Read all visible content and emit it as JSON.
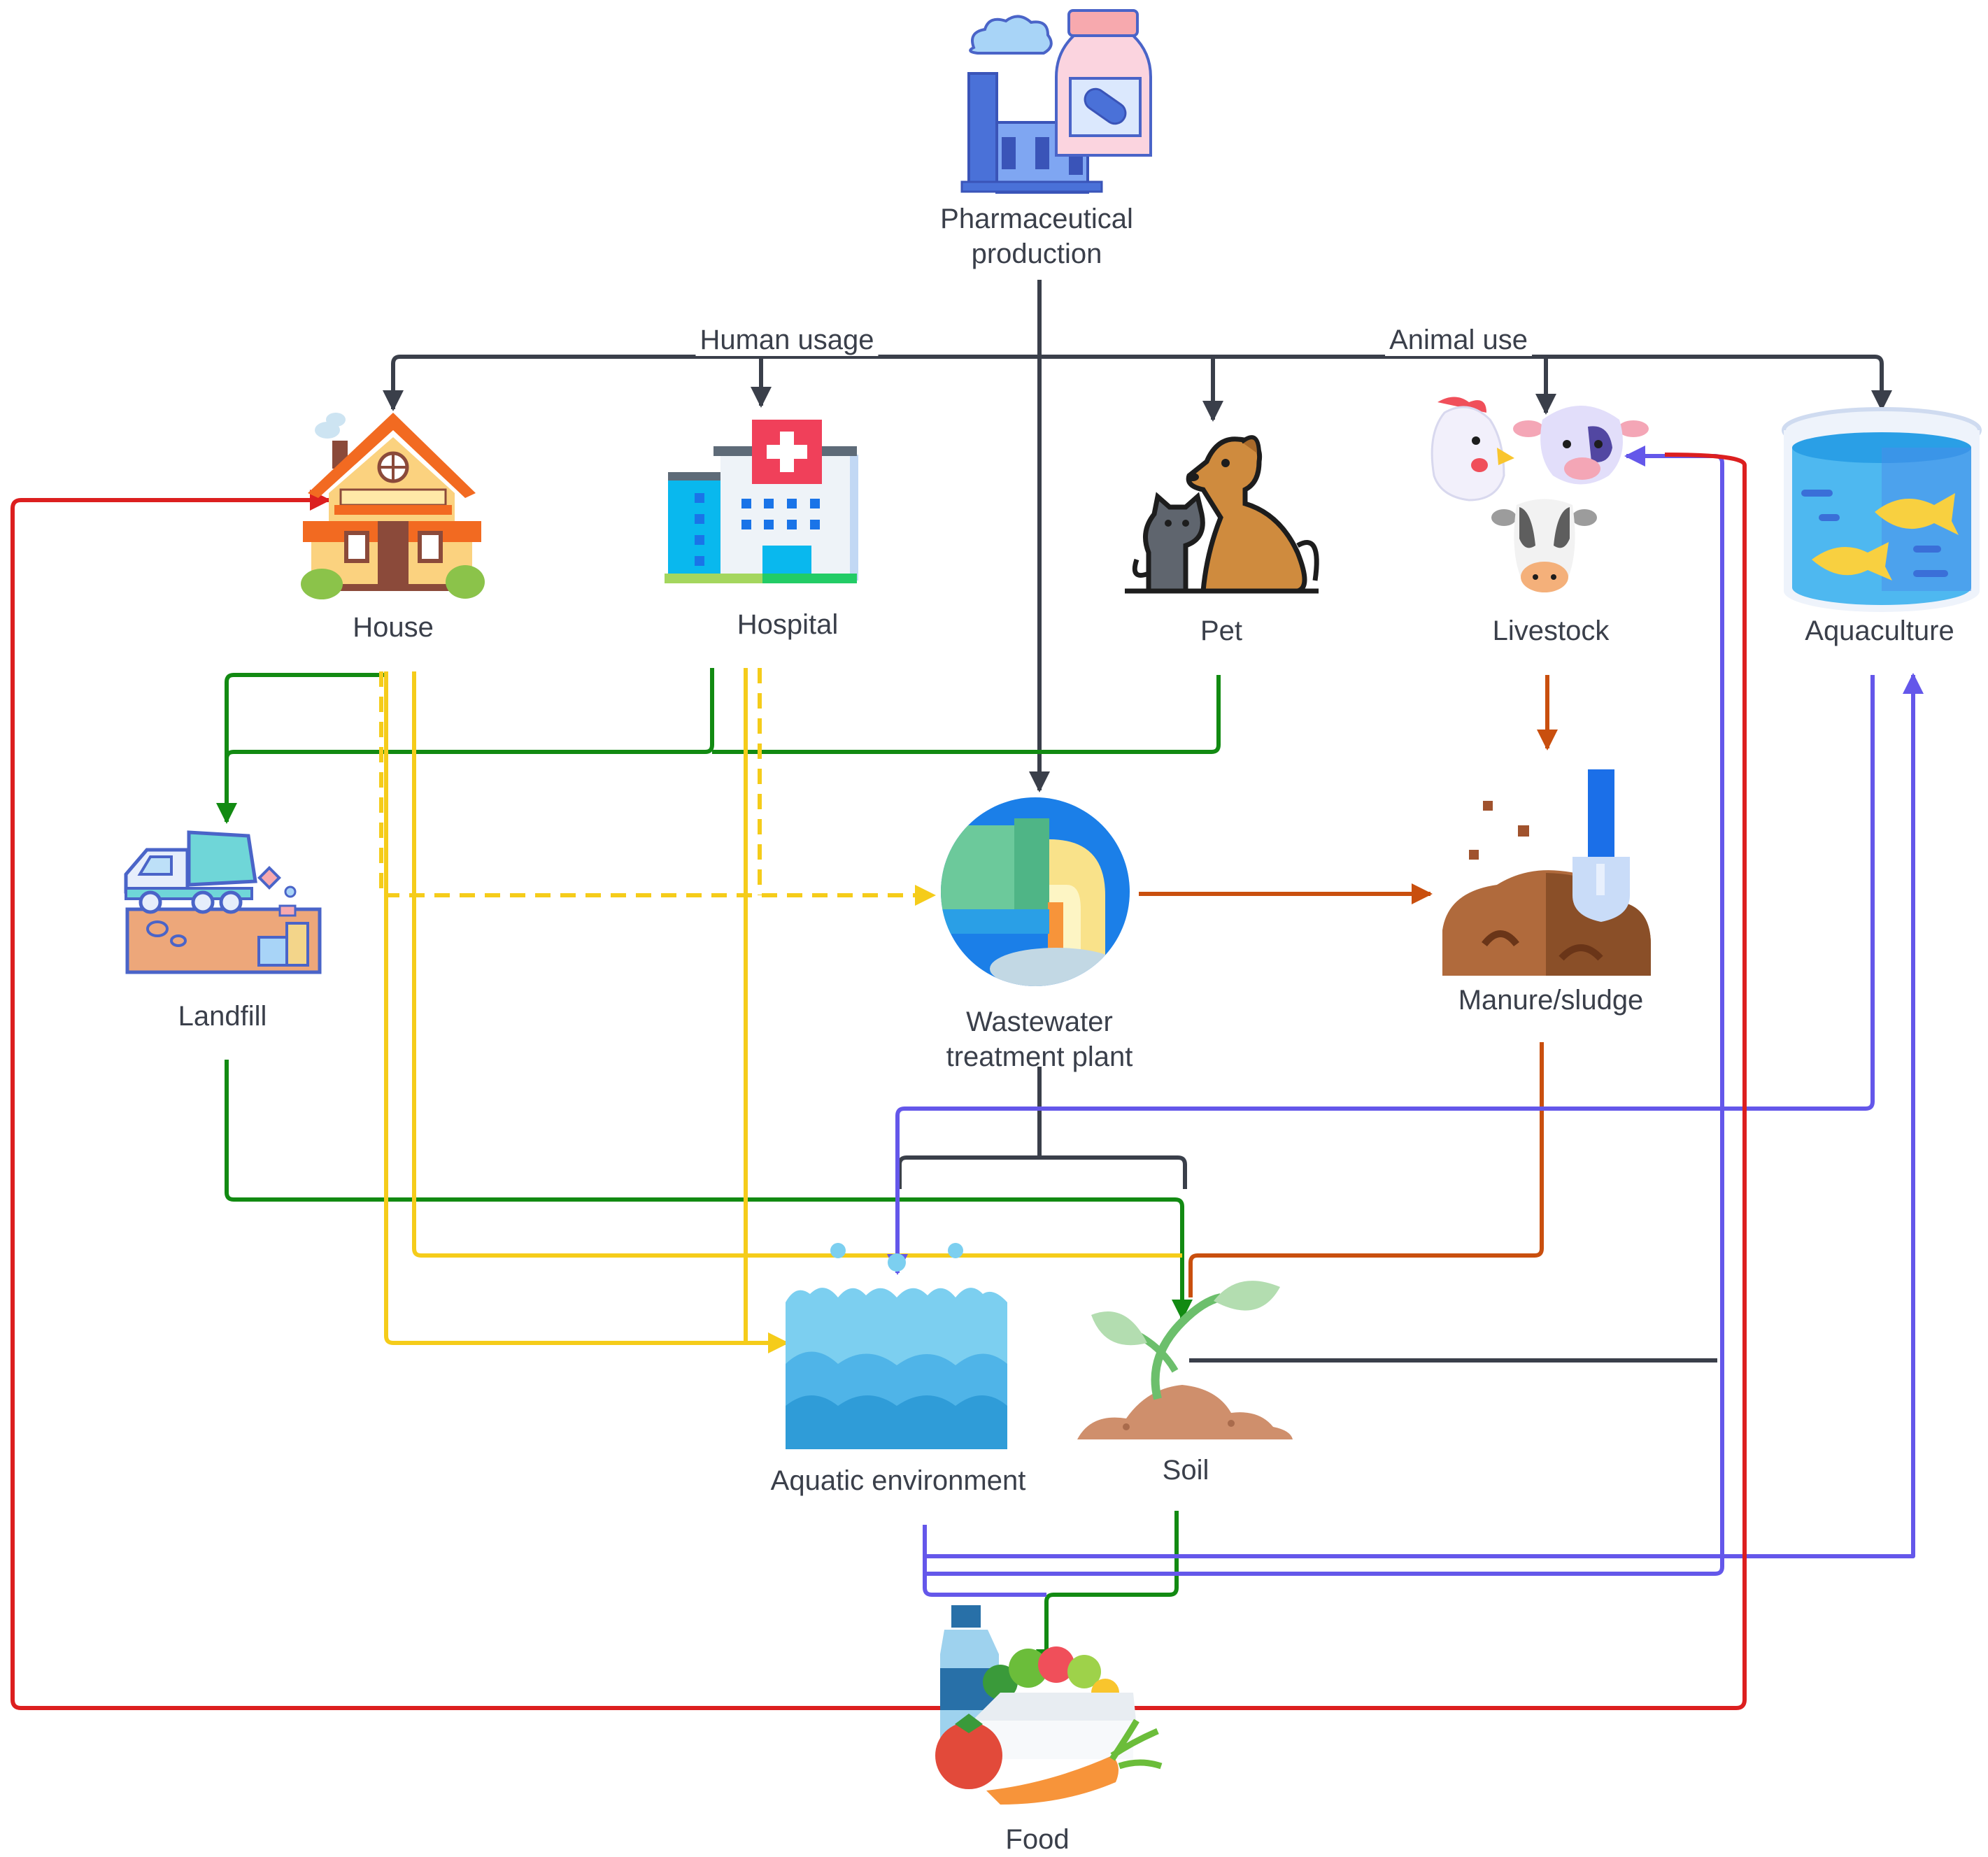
{
  "nodes": {
    "pharma": {
      "label_line1": "Pharmaceutical",
      "label_line2": "production",
      "icon": "factory-pill-bottle-icon"
    },
    "house": {
      "label": "House",
      "icon": "house-icon"
    },
    "hospital": {
      "label": "Hospital",
      "icon": "hospital-icon"
    },
    "pet": {
      "label": "Pet",
      "icon": "cat-dog-icon"
    },
    "livestock": {
      "label": "Livestock",
      "icon": "livestock-icon"
    },
    "aquaculture": {
      "label": "Aquaculture",
      "icon": "fish-tank-icon"
    },
    "landfill": {
      "label": "Landfill",
      "icon": "dump-truck-icon"
    },
    "wwtp": {
      "label_line1": "Wastewater",
      "label_line2": "treatment plant",
      "icon": "treatment-plant-icon"
    },
    "manure": {
      "label": "Manure/sludge",
      "icon": "manure-shovel-icon"
    },
    "aquatic": {
      "label": "Aquatic environment",
      "icon": "waves-icon"
    },
    "soil": {
      "label": "Soil",
      "icon": "sprout-icon"
    },
    "food": {
      "label": "Food",
      "icon": "food-basket-icon"
    }
  },
  "edge_labels": {
    "human_usage": "Human usage",
    "animal_use": "Animal use"
  },
  "colors": {
    "dark": "#3a3f4a",
    "green": "#128a12",
    "yellow": "#f5cc1a",
    "orange": "#c94f0e",
    "purple": "#6457ea",
    "red": "#dc1f1f"
  }
}
